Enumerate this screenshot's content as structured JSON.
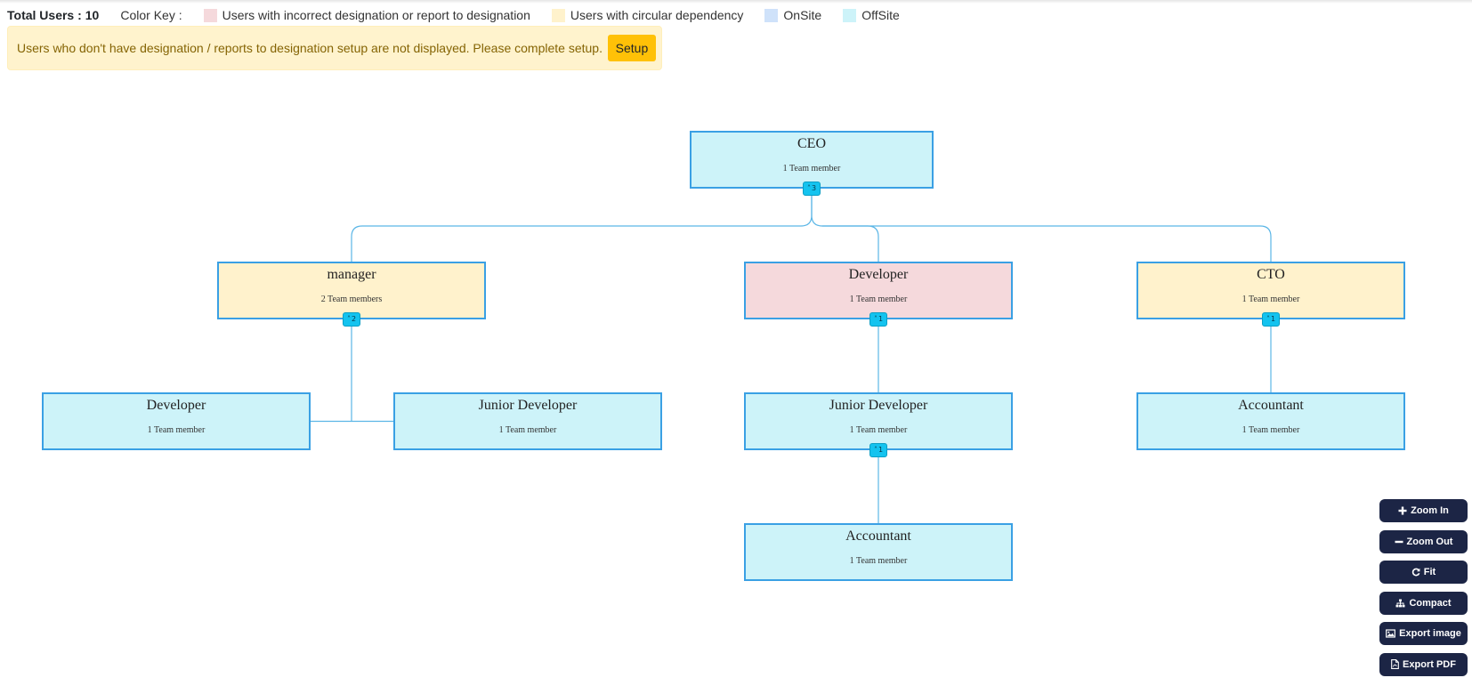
{
  "header": {
    "total_label": "Total Users :",
    "total_value": "10",
    "color_key_label": "Color Key :",
    "keys": [
      {
        "label": "Users with incorrect designation or report to designation",
        "color": "#f5d9dc"
      },
      {
        "label": "Users with circular dependency",
        "color": "#fff2cc"
      },
      {
        "label": "OnSite",
        "color": "#cfe2fa"
      },
      {
        "label": "OffSite",
        "color": "#cdf3f9"
      }
    ]
  },
  "alert": {
    "text": "Users who don't have designation / reports to designation setup are not displayed. Please complete setup.",
    "button_label": "Setup"
  },
  "colors": {
    "offsite": "#cdf3f9",
    "circular": "#fff2cc",
    "incorrect": "#f5d9dc",
    "border": "#3aa0e4",
    "connector": "#5bb6e6",
    "expander": "#14c3ef",
    "control_bg": "#1c2545"
  },
  "org_chart": {
    "nodes": [
      {
        "id": "ceo",
        "title": "CEO",
        "subtitle": "1 Team member",
        "status": "offsite",
        "children_count": "3",
        "expanded": true
      },
      {
        "id": "manager",
        "parent": "ceo",
        "title": "manager",
        "subtitle": "2 Team members",
        "status": "circular",
        "children_count": "2",
        "expanded": true
      },
      {
        "id": "developer",
        "parent": "ceo",
        "title": "Developer",
        "subtitle": "1 Team member",
        "status": "incorrect",
        "children_count": "1",
        "expanded": true
      },
      {
        "id": "cto",
        "parent": "ceo",
        "title": "CTO",
        "subtitle": "1 Team member",
        "status": "circular",
        "children_count": "1",
        "expanded": true
      },
      {
        "id": "developer-2",
        "parent": "manager",
        "title": "Developer",
        "subtitle": "1 Team member",
        "status": "offsite"
      },
      {
        "id": "junior-dev-1",
        "parent": "manager",
        "title": "Junior Developer",
        "subtitle": "1 Team member",
        "status": "offsite"
      },
      {
        "id": "junior-dev-2",
        "parent": "developer",
        "title": "Junior Developer",
        "subtitle": "1 Team member",
        "status": "offsite",
        "children_count": "1",
        "expanded": true
      },
      {
        "id": "accountant-1",
        "parent": "cto",
        "title": "Accountant",
        "subtitle": "1 Team member",
        "status": "offsite"
      },
      {
        "id": "accountant-2",
        "parent": "junior-dev-2",
        "title": "Accountant",
        "subtitle": "1 Team member",
        "status": "offsite"
      }
    ]
  },
  "controls": [
    {
      "label": "Zoom In",
      "icon": "plus-icon"
    },
    {
      "label": "Zoom Out",
      "icon": "minus-icon"
    },
    {
      "label": "Fit",
      "icon": "refresh-icon"
    },
    {
      "label": "Compact",
      "icon": "sitemap-icon"
    },
    {
      "label": "Export image",
      "icon": "image-icon"
    },
    {
      "label": "Export PDF",
      "icon": "file-pdf-icon"
    }
  ]
}
